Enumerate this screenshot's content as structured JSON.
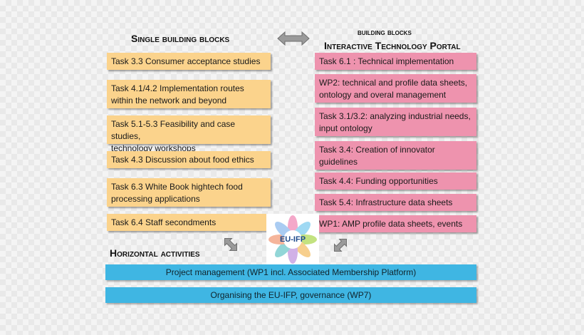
{
  "headings": {
    "single": "Single building blocks",
    "portal_line1": "building blocks",
    "portal_line2": "Interactive Technology Portal",
    "horizontal": "Horizontal activities"
  },
  "left_tasks": [
    "Task 3.3  Consumer acceptance studies",
    "Task 4.1/4.2 Implementation routes\nwithin the network and beyond",
    "Task 5.1-5.3 Feasibility and case studies,\ntechnology workshops",
    "Task 4.3 Discussion about food ethics",
    "Task 6.3 White Book hightech food\nprocessing applications",
    "Task 6.4 Staff secondments"
  ],
  "right_tasks": [
    "Task 6.1 : Technical implementation",
    "WP2: technical and profile data sheets,\nontology and overal management",
    "Task 3.1/3.2: analyzing industrial needs,\ninput ontology",
    "Task 3.4: Creation of innovator\nguidelines",
    "Task 4.4: Funding opportunities",
    "Task 5.4: Infrastructure data sheets",
    "WP1: AMP profile data sheets, events"
  ],
  "horizontal_bars": [
    "Project management (WP1 incl. Associated Membership Platform)",
    "Organising the EU-IFP, governance (WP7)"
  ],
  "logo": {
    "text": "EU-IFP"
  },
  "colors": {
    "left_task": "#fbd38c",
    "right_task": "#ee93ae",
    "horizontal_bar": "#3fb6e3",
    "arrow": "#8c8c8c"
  },
  "icons": {
    "top_arrow": "double-arrow-horizontal-icon",
    "left_arrow": "double-arrow-diagonal-icon",
    "right_arrow": "double-arrow-diagonal-icon"
  }
}
